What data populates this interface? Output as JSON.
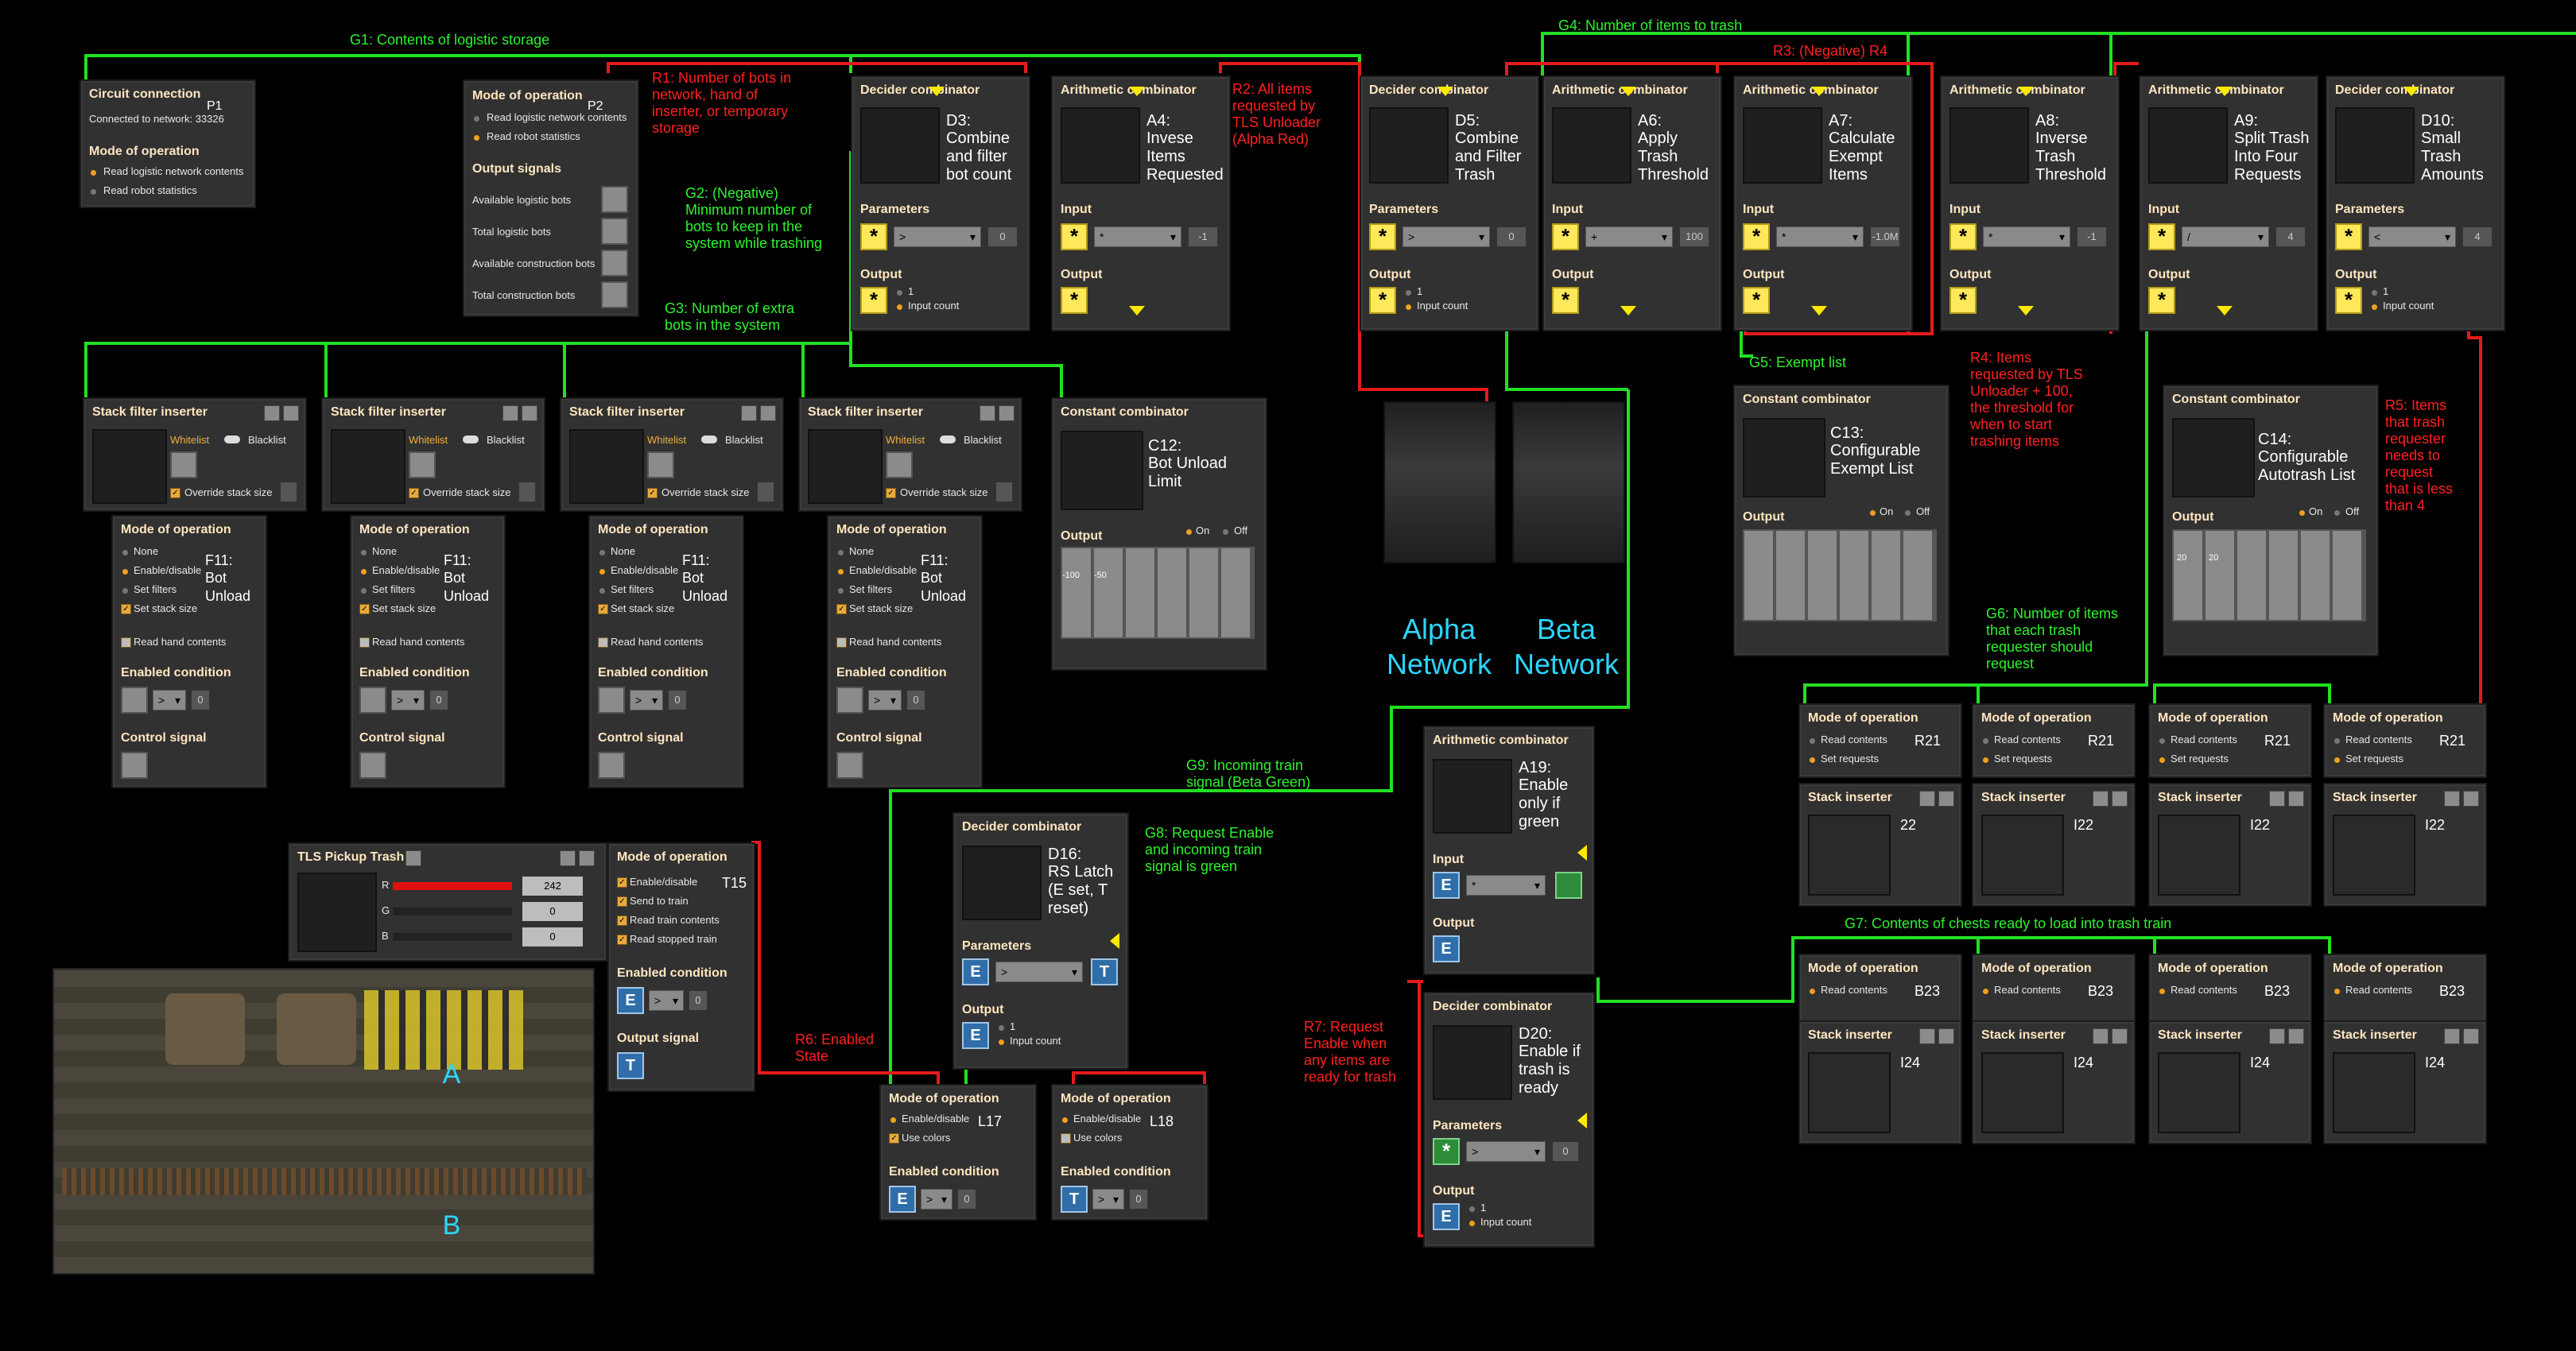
{
  "notes": {
    "G1": "G1: Contents of logistic storage",
    "G2": "G2: (Negative)\nMinimum number of\nbots to keep in the\nsystem while trashing",
    "G3": "G3: Number of extra\nbots in the system",
    "G4": "G4: Number of items to trash",
    "G5": "G5: Exempt list",
    "G6": "G6: Number of items\nthat each trash\nrequester should\nrequest",
    "G7": "G7: Contents of chests ready to load into trash train",
    "G8": "G8: Request Enable\nand incoming train\nsignal is green",
    "G9": "G9: Incoming train\nsignal (Beta Green)",
    "R1": "R1: Number of bots in\nnetwork, hand of\ninserter, or temporary\nstorage",
    "R2": "R2: All items\nrequested by\nTLS Unloader\n(Alpha Red)",
    "R3": "R3: (Negative) R4",
    "R4": "R4: Items\nrequested by TLS\nUnloader + 100,\nthe threshold for\nwhen to start\ntrashing items",
    "R5": "R5: Items\nthat trash\nrequester\nneeds to\nrequest\nthat is less\nthan 4",
    "R6": "R6: Enabled\nState",
    "R7": "R7: Request\nEnable when\nany items are\nready for trash"
  },
  "networks": {
    "alpha": "Alpha\nNetwork",
    "beta": "Beta\nNetwork"
  },
  "p1": {
    "title": "Circuit connection",
    "id": "P1",
    "connected": "Connected to network: 33326",
    "mode_title": "Mode of operation",
    "opt1": "Read logistic network contents",
    "opt2": "Read robot statistics"
  },
  "p2": {
    "title": "Mode of operation",
    "id": "P2",
    "opt1": "Read logistic network contents",
    "opt2": "Read robot statistics",
    "out_title": "Output signals",
    "s1": "Available logistic bots",
    "s2": "Total logistic bots",
    "s3": "Available construction bots",
    "s4": "Total construction bots"
  },
  "combinators": [
    {
      "type": "Decider combinator",
      "id": "D3:",
      "desc": "Combine\nand filter\nbot count",
      "op": ">",
      "val": "0",
      "out1": "1",
      "out2": "Input count"
    },
    {
      "type": "Arithmetic combinator",
      "id": "A4:",
      "desc": "Invese\nItems\nRequested",
      "op": "*",
      "val": "-1"
    },
    {
      "type": "Decider combinator",
      "id": "D5:",
      "desc": "Combine\nand Filter\nTrash",
      "op": ">",
      "val": "0",
      "out1": "1",
      "out2": "Input count"
    },
    {
      "type": "Arithmetic combinator",
      "id": "A6:",
      "desc": "Apply\nTrash\nThreshold",
      "op": "+",
      "val": "100"
    },
    {
      "type": "Arithmetic combinator",
      "id": "A7:",
      "desc": "Calculate\nExempt\nItems",
      "op": "*",
      "val": "-1.0M"
    },
    {
      "type": "Arithmetic combinator",
      "id": "A8:",
      "desc": "Inverse\nTrash\nThreshold",
      "op": "*",
      "val": "-1"
    },
    {
      "type": "Arithmetic combinator",
      "id": "A9:",
      "desc": "Split Trash\nInto Four\nRequests",
      "op": "/",
      "val": "4"
    },
    {
      "type": "Decider combinator",
      "id": "D10:",
      "desc": "Small\nTrash\nAmounts",
      "op": "<",
      "val": "4",
      "out1": "1",
      "out2": "Input count"
    }
  ],
  "labels": {
    "params": "Parameters",
    "input": "Input",
    "output": "Output",
    "mode": "Mode of operation",
    "enabled": "Enabled condition",
    "control": "Control signal",
    "whitelist": "Whitelist",
    "blacklist": "Blacklist",
    "override": "Override stack size",
    "none": "None",
    "endis": "Enable/disable",
    "setf": "Set filters",
    "setss": "Set stack size",
    "readhand": "Read hand contents",
    "on": "On",
    "off": "Off",
    "readc": "Read contents",
    "setr": "Set requests",
    "stack": "Stack inserter",
    "gt": ">",
    "zero": "0",
    "one": "1",
    "inputcount": "Input count",
    "usecolors": "Use colors",
    "outsig": "Output signal"
  },
  "filters": [
    {
      "title": "Stack filter inserter",
      "id": "F11:",
      "desc": "Bot\nUnload"
    },
    {
      "title": "Stack filter inserter",
      "id": "F11:",
      "desc": "Bot\nUnload"
    },
    {
      "title": "Stack filter inserter",
      "id": "F11:",
      "desc": "Bot\nUnload"
    },
    {
      "title": "Stack filter inserter",
      "id": "F11:",
      "desc": "Bot\nUnload"
    }
  ],
  "c12": {
    "title": "Constant combinator",
    "id": "C12:",
    "desc": "Bot Unload\nLimit",
    "v1": "-100",
    "v2": "-50"
  },
  "c13": {
    "title": "Constant combinator",
    "id": "C13:",
    "desc": "Configurable\nExempt List"
  },
  "c14": {
    "title": "Constant combinator",
    "id": "C14:",
    "desc": "Configurable\nAutotrash List",
    "v1": "20",
    "v2": "20"
  },
  "r21": {
    "id": "R21"
  },
  "i22": [
    {
      "id": "22"
    },
    {
      "id": "I22"
    },
    {
      "id": "I22"
    },
    {
      "id": "I22"
    }
  ],
  "b23": {
    "id": "B23"
  },
  "i24": {
    "id": "I24"
  },
  "a19": {
    "type": "Arithmetic combinator",
    "id": "A19:",
    "desc": "Enable\nonly if\ngreen",
    "op": "*"
  },
  "d16": {
    "type": "Decider combinator",
    "id": "D16:",
    "desc": "RS Latch\n(E set, T\nreset)",
    "op": ">",
    "out1": "1",
    "out2": "Input count"
  },
  "d20": {
    "type": "Decider combinator",
    "id": "D20:",
    "desc": "Enable if\ntrash is\nready",
    "op": ">",
    "val": "0",
    "out1": "1",
    "out2": "Input count"
  },
  "l17": {
    "title": "Mode of operation",
    "id": "L17",
    "opt1": "Enable/disable",
    "opt2": "Use colors",
    "cond": "Enabled condition"
  },
  "l18": {
    "title": "Mode of operation",
    "id": "L18",
    "opt1": "Enable/disable",
    "opt2": "Use colors",
    "cond": "Enabled condition"
  },
  "tls": {
    "title": "TLS Pickup Trash",
    "r": "R",
    "g": "G",
    "b": "B",
    "rv": "242",
    "gv": "0",
    "bv": "0"
  },
  "t15": {
    "title": "Mode of operation",
    "id": "T15",
    "o1": "Enable/disable",
    "o2": "Send to train",
    "o3": "Read train contents",
    "o4": "Read stopped train",
    "cond": "Enabled condition",
    "outsig": "Output signal"
  },
  "map": {
    "a": "A",
    "b": "B"
  },
  "colors": {
    "green": "#22e022",
    "red": "#e41b1b",
    "bg": "#000000",
    "panel": "#313131"
  }
}
